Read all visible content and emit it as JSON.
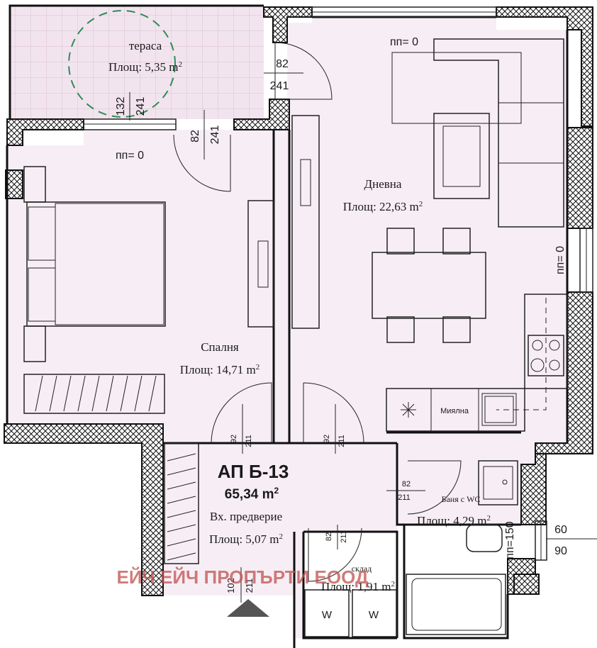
{
  "apartment": {
    "code": "АП Б-13",
    "area_value": "65,34 m",
    "area_sup": "2"
  },
  "rooms": {
    "terrace": {
      "name": "тераса",
      "area": "Площ: 5,35 m",
      "sup": "2"
    },
    "living": {
      "name": "Дневна",
      "area": "Площ: 22,63 m",
      "sup": "2"
    },
    "bedroom": {
      "name": "Спалня",
      "area": "Площ: 14,71 m",
      "sup": "2"
    },
    "hall": {
      "name": "Вх. предверие",
      "area": "Площ: 5,07 m",
      "sup": "2"
    },
    "bath": {
      "name": "Баня с WC",
      "area": "Площ: 4,29 m",
      "sup": "2"
    },
    "storage": {
      "name": "склад",
      "area": "Площ: 1,91 m",
      "sup": "2"
    }
  },
  "labels": {
    "sink": "Миялна",
    "washer_1": "W",
    "washer_2": "W",
    "watermark": "ЕЙЧ ЕЙЧ ПРОПЪРТИ ЕООД"
  },
  "dimensions": {
    "pp_top": "пп= 0",
    "pp_left": "пп= 0",
    "pp_right": "пп= 0",
    "pp_bath": "пп=150",
    "terrace_door_w": "82",
    "terrace_door_h": "241",
    "terrace_win_w": "132",
    "terrace_win_h": "241",
    "bedroom_door_w": "82",
    "bedroom_door_h": "241",
    "door_hall_bed_w": "92",
    "door_hall_bed_h": "211",
    "door_hall_liv_w": "92",
    "door_hall_liv_h": "211",
    "door_bath_w": "82",
    "door_bath_h": "211",
    "door_store_w": "82",
    "door_store_h": "211",
    "entry_w": "102",
    "entry_h": "211",
    "win_bath_w": "60",
    "win_bath_h": "90"
  },
  "colors": {
    "room_fill": "#f7eef5",
    "terrace_fill": "#f2e4ee",
    "watermark": "#c0504d",
    "door_arc": "#2e8b57"
  }
}
